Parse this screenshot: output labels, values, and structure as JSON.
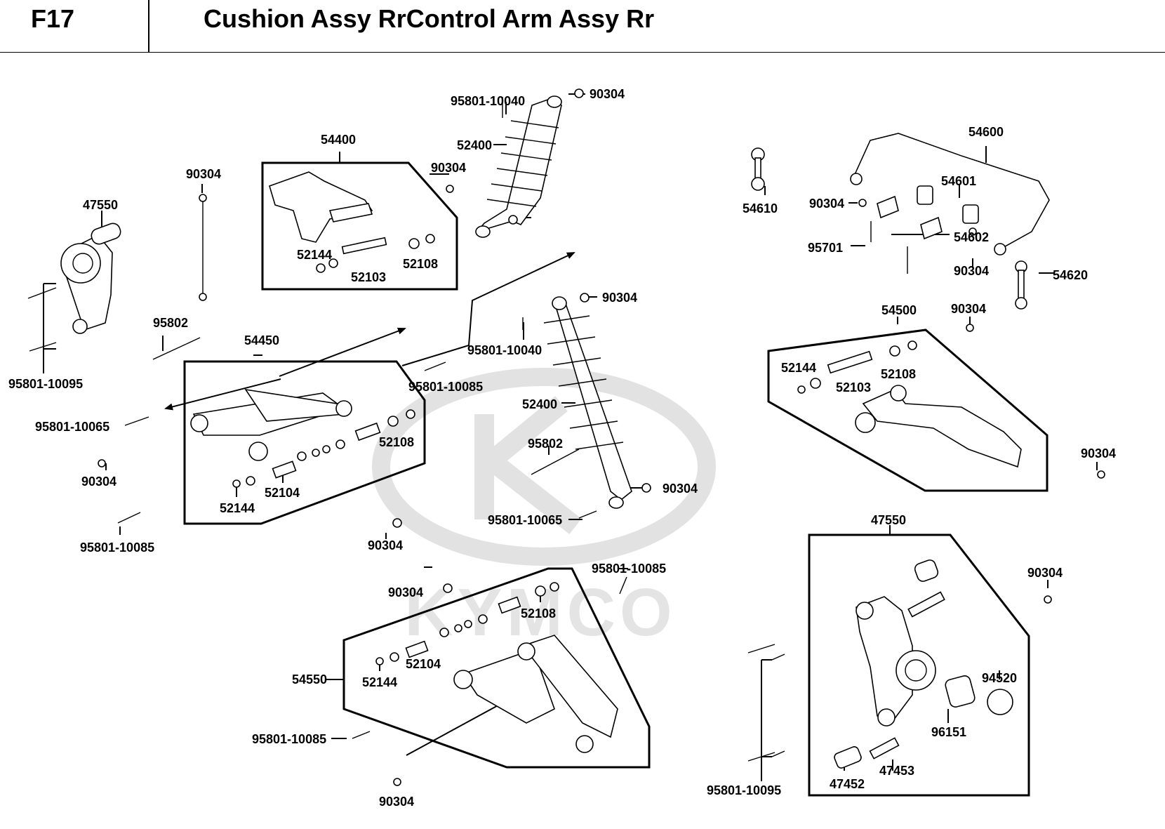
{
  "header": {
    "code": "F17",
    "title": "Cushion Assy RrControl Arm Assy Rr"
  },
  "watermark": {
    "brand": "KYMCO"
  },
  "labels": [
    "90304",
    "95801-10040",
    "52400",
    "54400",
    "90304",
    "90304",
    "54600",
    "54601",
    "90304",
    "54610",
    "95701",
    "54602",
    "90304",
    "47550",
    "52144",
    "52108",
    "52103",
    "54620",
    "90304",
    "90304",
    "54500",
    "95801-10040",
    "95802",
    "54450",
    "52144",
    "52108",
    "52103",
    "95801-10095",
    "95801-10085",
    "52400",
    "95801-10065",
    "52108",
    "90304",
    "95802",
    "52104",
    "52144",
    "90304",
    "90304",
    "95801-10065",
    "95801-10085",
    "90304",
    "47550",
    "95801-10085",
    "90304",
    "90304",
    "52108",
    "52104",
    "52144",
    "54550",
    "94520",
    "96151",
    "95801-10085",
    "47453",
    "47452",
    "90304",
    "95801-10095"
  ]
}
